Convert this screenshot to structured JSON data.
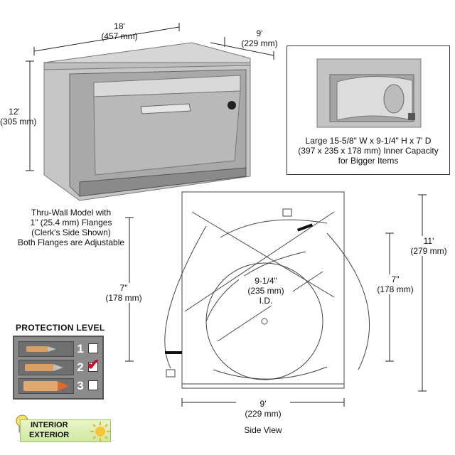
{
  "top_view": {
    "width_in": "18'",
    "width_mm": "(457 mm)",
    "depth_in": "9'",
    "depth_mm": "(229 mm)",
    "height_in": "12'",
    "height_mm": "(305 mm)"
  },
  "thru_wall_caption": {
    "line1": "Thru-Wall Model with",
    "line2": "1\" (25.4 mm) Flanges",
    "line3": "(Clerk's Side Shown)",
    "line4": "Both Flanges are Adjustable"
  },
  "inset": {
    "line1": "Large 15-5/8\" W x 9-1/4\" H x 7' D",
    "line2": "(397 x 235 x 178 mm) Inner Capacity",
    "line3": "for Bigger Items"
  },
  "side_view": {
    "left_height_in": "7\"",
    "left_height_mm": "(178 mm)",
    "right_height_in": "7\"",
    "right_height_mm": "(178 mm)",
    "total_height_in": "11'",
    "total_height_mm": "(279 mm)",
    "diameter_in": "9-1/4\"",
    "diameter_mm": "(235 mm)",
    "diameter_label": "I.D.",
    "bottom_width_in": "9'",
    "bottom_width_mm": "(229 mm)",
    "caption": "Side View"
  },
  "protection": {
    "title": "PROTECTION LEVEL",
    "levels": [
      {
        "number": "1",
        "checked": false
      },
      {
        "number": "2",
        "checked": true
      },
      {
        "number": "3",
        "checked": false
      }
    ],
    "check_color": "#c8102e"
  },
  "environment": {
    "interior": "INTERIOR",
    "exterior": "EXTERIOR"
  }
}
